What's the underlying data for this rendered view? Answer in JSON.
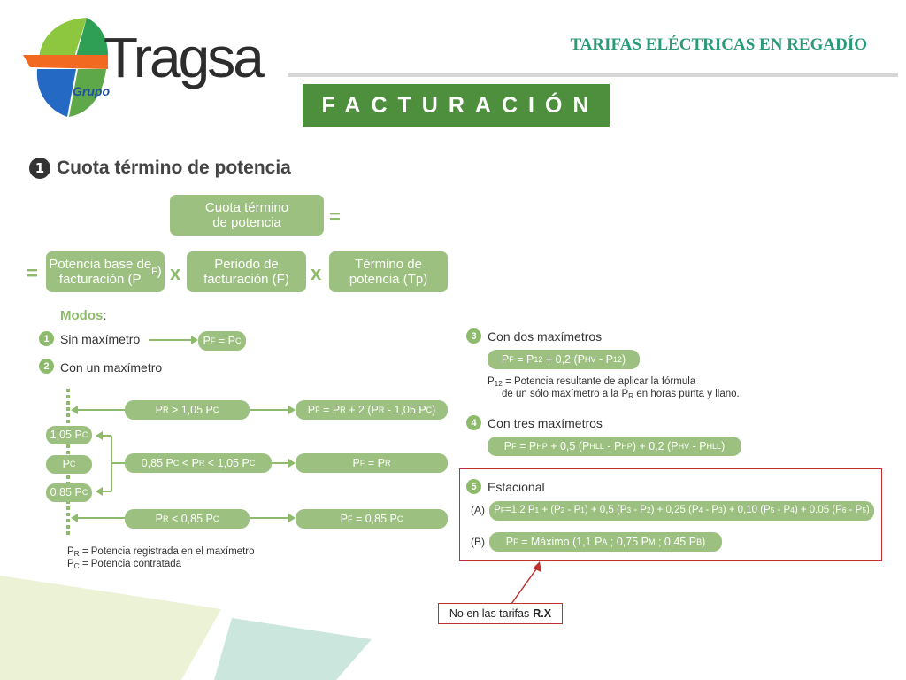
{
  "header": {
    "brand": "Tragsa",
    "brand_sub": "Grupo",
    "title": "TARIFAS ELÉCTRICAS EN REGADÍO",
    "banner": "FACTURACIÓN"
  },
  "section": {
    "number": "1",
    "title": "Cuota término de potencia"
  },
  "formula": {
    "result": "Cuota término\nde potencia",
    "equals": "=",
    "times": "x",
    "factors": [
      "Potencia base de\nfacturación (PF)",
      "Periodo de\nfacturación (F)",
      "Término de\npotencia (Tp)"
    ]
  },
  "modos": {
    "title": "Modos",
    "items": [
      {
        "num": "1",
        "label": "Sin maxímetro"
      },
      {
        "num": "2",
        "label": "Con un maxímetro"
      },
      {
        "num": "3",
        "label": "Con dos maxímetros"
      },
      {
        "num": "4",
        "label": "Con tres maxímetros"
      },
      {
        "num": "5",
        "label": "Estacional"
      }
    ],
    "option_a": "(A)",
    "option_b": "(B)"
  },
  "callout": {
    "text": "No en las tarifas",
    "bold": "R.X"
  },
  "colors": {
    "green_box": "#9cc080",
    "banner_green": "#4d8f3c",
    "title_teal": "#2b9a79",
    "frame_red": "#c03030"
  }
}
